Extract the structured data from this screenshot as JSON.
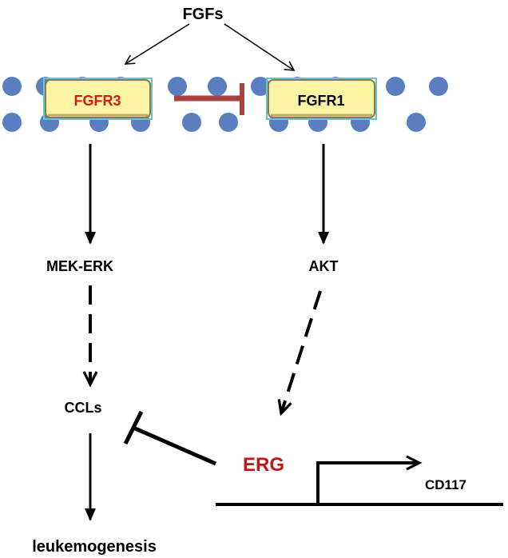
{
  "labels": {
    "fgfs": "FGFs",
    "fgfr3": "FGFR3",
    "fgfr1": "FGFR1",
    "mek_erk": "MEK-ERK",
    "akt": "AKT",
    "ccls": "CCLs",
    "erg": "ERG",
    "cd117": "CD117",
    "leukemogenesis": "leukemogenesis"
  },
  "colors": {
    "fgfr3_text": "#d7191c",
    "erg_text": "#c0161b",
    "inhibition_bar": "#a94242",
    "membrane_dot": "#5a7ec0",
    "receptor_fill": "#fbf5a4",
    "receptor_border": "#8a7a4a",
    "receptor_outline": "#64c6c8"
  }
}
